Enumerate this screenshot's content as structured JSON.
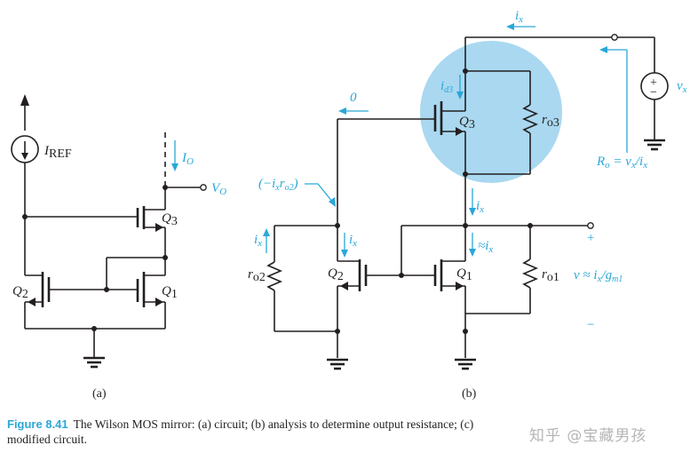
{
  "figure": {
    "caption_number": "Figure 8.41",
    "caption_text": "The Wilson MOS mirror: (a) circuit; (b) analysis to determine output resistance; (c) modified circuit.",
    "watermark": "知乎 @宝藏男孩"
  },
  "panel_a": {
    "label": "(a)",
    "iref": "I",
    "iref_sub": "REF",
    "io": "I",
    "io_sub": "O",
    "vo": "V",
    "vo_sub": "O",
    "q1": "Q",
    "q1_sub": "1",
    "q2": "Q",
    "q2_sub": "2",
    "q3": "Q",
    "q3_sub": "3"
  },
  "panel_b": {
    "label": "(b)",
    "q1": "Q",
    "q1_sub": "1",
    "q2": "Q",
    "q2_sub": "2",
    "q3": "Q",
    "q3_sub": "3",
    "ro1": "r",
    "ro1_sub": "o1",
    "ro2": "r",
    "ro2_sub": "o2",
    "ro3": "r",
    "ro3_sub": "o3",
    "vx": "v",
    "vx_sub": "x",
    "ix_top": "i",
    "ix_sub": "x",
    "zero": "0",
    "id3": "i",
    "id3_sub": "d3",
    "ix_mid": "i",
    "ix_mid_sub": "x",
    "ix_q2": "i",
    "ix_q2_sub": "x",
    "ix_ro2": "i",
    "ix_ro2_sub": "x",
    "approx_ix": "≈i",
    "approx_ix_sub": "x",
    "ro_eq": "R",
    "ro_eq_sub": "o",
    "ro_eq_rest": " = v",
    "ro_eq_sub2": "x",
    "ro_eq_slash": "/i",
    "ro_eq_sub3": "x",
    "node_label_open": "(−i",
    "node_label_sub1": "x",
    "node_label_r": "r",
    "node_label_sub2": "o2",
    "node_label_close": ")",
    "v_eq": "v ≈ i",
    "v_eq_sub": "x",
    "v_eq_slash": "/g",
    "v_eq_sub2": "m1",
    "plus": "+",
    "minus": "−",
    "src_plus": "+",
    "src_minus": "−"
  },
  "colors": {
    "accent": "#2aa7d8",
    "highlight": "#a9d8f0",
    "ink": "#231f20"
  }
}
